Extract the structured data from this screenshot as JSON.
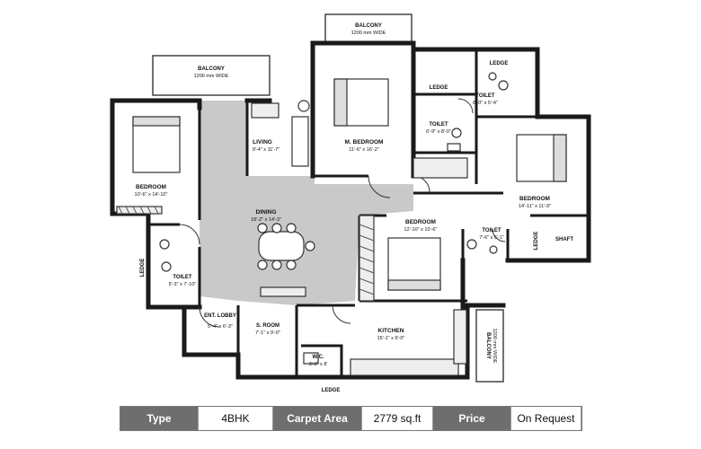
{
  "rooms": {
    "balcony_top": {
      "name": "BALCONY",
      "size": "1200 mm WIDE"
    },
    "balcony_left": {
      "name": "BALCONY",
      "size": "1200 mm WIDE"
    },
    "balcony_right": {
      "name": "BALCONY",
      "size": "1200 mm WIDE"
    },
    "bedroom_left": {
      "name": "BEDROOM",
      "size": "10'-6\" x 14'-10\""
    },
    "living": {
      "name": "LIVING",
      "size": "9'-4\" x 11'-7\""
    },
    "dining": {
      "name": "DINING",
      "size": "18'-2\" x 14'-3\""
    },
    "master_bedroom": {
      "name": "M. BEDROOM",
      "size": "11'-6\" x 16'-2\""
    },
    "toilet_master": {
      "name": "TOILET",
      "size": "6'-9\" x 8'-0\""
    },
    "toilet_top": {
      "name": "TOILET",
      "size": "8'-0\" x 5'-4\""
    },
    "bedroom_right": {
      "name": "BEDROOM",
      "size": "14'-11\" x 11'-9\""
    },
    "bedroom_mid": {
      "name": "BEDROOM",
      "size": "12'-10\" x 10'-6\""
    },
    "toilet_right": {
      "name": "TOILET",
      "size": "7'-6\" x 5'-1\""
    },
    "toilet_left": {
      "name": "TOILET",
      "size": "5'-3\" x 7'-10\""
    },
    "ent_lobby": {
      "name": "ENT. LOBBY",
      "size": "5'-4\" x 6'-3\""
    },
    "s_room": {
      "name": "S. ROOM",
      "size": "7'-1\" x 9'-0\""
    },
    "kitchen": {
      "name": "KITCHEN",
      "size": "15'-1\" x 9'-0\""
    },
    "wc": {
      "name": "W.C.",
      "size": "3'-9\" x 8'"
    }
  },
  "ledges": [
    "LEDGE",
    "LEDGE",
    "LEDGE",
    "LEDGE",
    "LEDGE"
  ],
  "shaft": "SHAFT",
  "spec": {
    "type_label": "Type",
    "type_value": "4BHK",
    "area_label": "Carpet Area",
    "area_value": "2779 sq.ft",
    "price_label": "Price",
    "price_value": "On Request"
  }
}
